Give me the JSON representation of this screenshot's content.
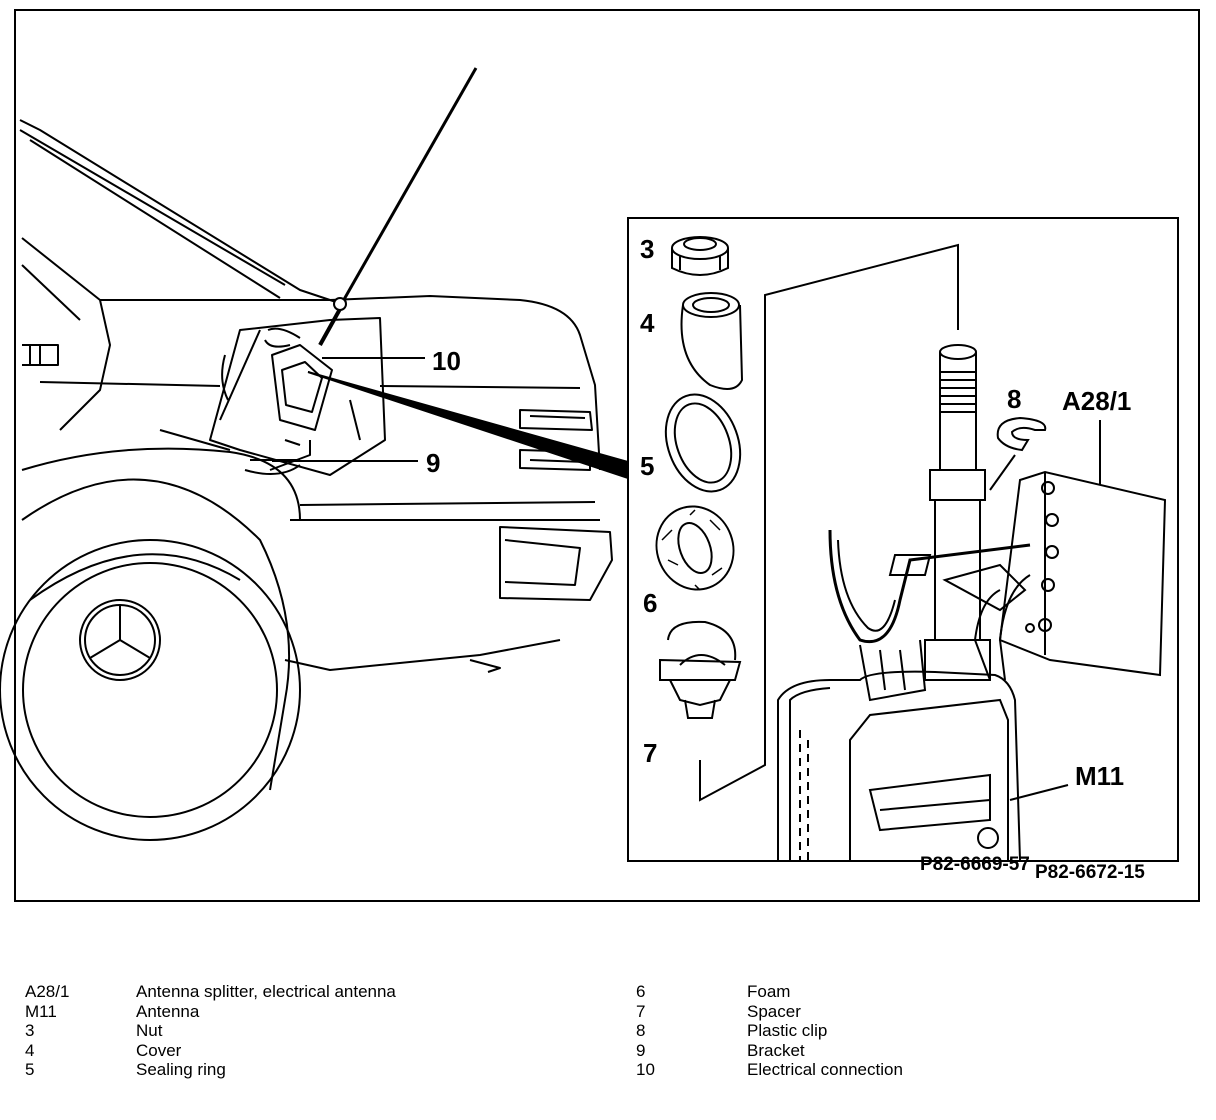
{
  "figure": {
    "callouts": {
      "c3": "3",
      "c4": "4",
      "c5": "5",
      "c6": "6",
      "c7": "7",
      "c8": "8",
      "c9": "9",
      "c10": "10",
      "a28_1": "A28/1",
      "m11": "M11"
    },
    "figure_codes": [
      "P82-6669-57",
      "P82-6672-15"
    ]
  },
  "legend": {
    "left": [
      {
        "code": "A28/1",
        "desc": "Antenna splitter, electrical antenna"
      },
      {
        "code": "M11",
        "desc": "Antenna"
      },
      {
        "code": "3",
        "desc": "Nut"
      },
      {
        "code": "4",
        "desc": "Cover"
      },
      {
        "code": "5",
        "desc": "Sealing ring"
      }
    ],
    "right": [
      {
        "code": "6",
        "desc": "Foam"
      },
      {
        "code": "7",
        "desc": "Spacer"
      },
      {
        "code": "8",
        "desc": "Plastic clip"
      },
      {
        "code": "9",
        "desc": "Bracket"
      },
      {
        "code": "10",
        "desc": "Electrical connection"
      }
    ]
  }
}
